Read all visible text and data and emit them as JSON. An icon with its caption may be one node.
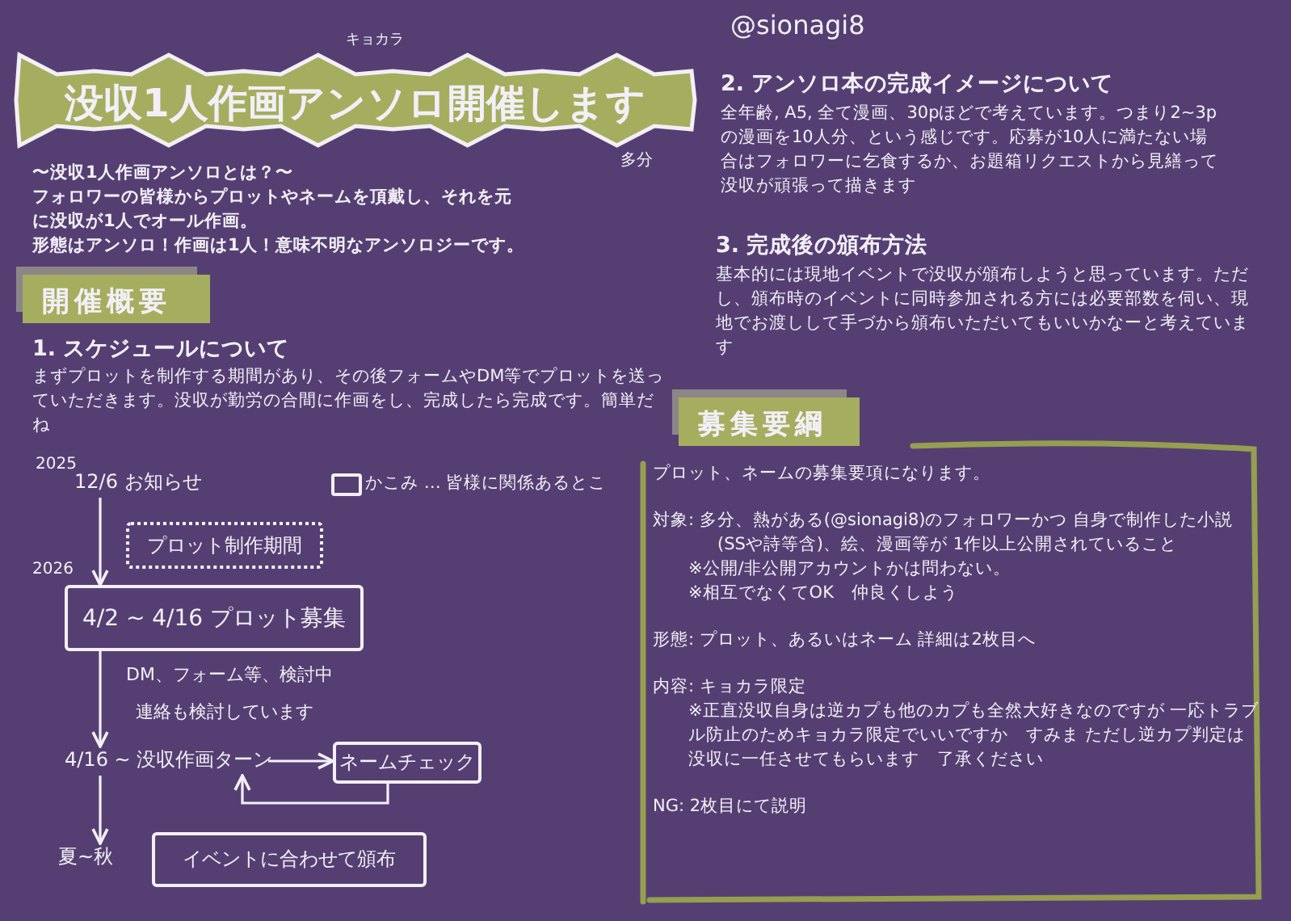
{
  "diagram": {
    "nodes": [
      {
        "text": [
          "没収1人作画アンソロ開催します"
        ],
        "beside": [
          "キョカラ",
          "多分"
        ]
      },
      {
        "text": [
          "開催概要"
        ]
      },
      {
        "text": [
          "募集要綱"
        ]
      },
      {
        "text": [
          "プロット、ネームの募集要項になります。",
          "対象: 多分、熱がある(@sionagi8)のフォロワーかつ 自身で制作した小説(SSや詩等含)、絵、漫画等が 1作以上公開されていること",
          "※公開/非公開アカウントかは問わない。",
          "※相互でなくてOK　仲良くしよう",
          "形態: プロット、あるいはネーム 詳細は2枚目へ",
          "内容: キョカラ限定",
          "※正直没収自身は逆カプも他のカプも全然大好きなのですが 一応トラブル防止のためキョカラ限定でいいですか　すみま ただし逆カプ判定は没収に一任させてもらいます　了承ください",
          "NG: 2枚目にて説明"
        ]
      },
      {
        "text": [
          "12/6 お知らせ"
        ],
        "beside": [
          "2025"
        ]
      },
      {
        "text": [
          "プロット制作期間"
        ]
      },
      {
        "text": [
          "4/2 ~ 4/16 プロット募集"
        ],
        "beside": [
          "2026"
        ]
      },
      {
        "text": [
          "4/16 ~ 没収作画ターン"
        ]
      },
      {
        "text": [
          "ネームチェック"
        ]
      },
      {
        "text": [
          "夏~秋"
        ]
      },
      {
        "text": [
          "イベントに合わせて頒布"
        ]
      }
    ],
    "edges": [
      {
        "from": 4,
        "to": 6,
        "arrow": "to"
      },
      {
        "from": 6,
        "to": 7,
        "arrow": "to"
      },
      {
        "from": 7,
        "to": 8,
        "arrow": "to"
      },
      {
        "from": 8,
        "to": 7,
        "arrow": "to"
      },
      {
        "from": 7,
        "to": 9,
        "arrow": "to"
      }
    ],
    "labels": [
      "@sionagi8",
      "〜没収1人作画アンソロとは？〜",
      "フォロワーの皆様からプロットやネームを頂戴し、それを元に没収が1人でオール作画。",
      "形態はアンソロ！作画は1人！意味不明なアンソロジーです。",
      "1. スケジュールについて",
      "まずプロットを制作する期間があり、その後フォームやDM等でプロットを送っていただきます。没収が勤労の合間に作画をし、完成したら完成です。簡単だね",
      "DM、フォーム等、検討中",
      "連絡も検討しています",
      "2. アンソロ本の完成イメージについて",
      "全年齢, A5, 全て漫画、30pほどで考えています。つまり2~3pの漫画を10人分、という感じです。応募が10人に満たない場合はフォロワーに乞食するか、お題箱リクエストから見繕って没収が頑張って描きます",
      "3. 完成後の頒布方法",
      "基本的には現地イベントで没収が頒布しようと思っています。ただし、頒布時のイベントに同時参加される方には必要部数を伺い、現地でお渡しして手づから頒布いただいてもいいかなーと考えています"
    ],
    "legend": [
      {
        "text": "かこみ … 皆様に関係あるとこ"
      }
    ]
  }
}
